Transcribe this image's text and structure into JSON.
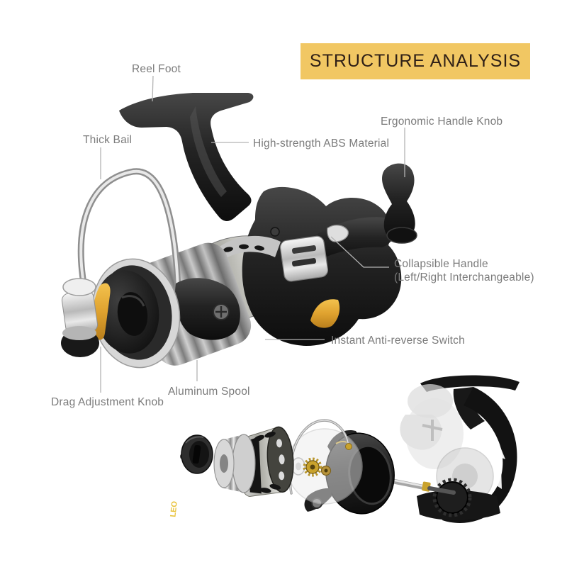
{
  "banner": {
    "title": "STRUCTURE ANALYSIS"
  },
  "labels": {
    "reel_foot": "Reel Foot",
    "thick_bail": "Thick Bail",
    "abs_material": "High-strength ABS Material",
    "handle_knob": "Ergonomic Handle Knob",
    "collapsible_handle_line1": "Collapsible Handle",
    "collapsible_handle_line2": "(Left/Right Interchangeable)",
    "anti_reverse": "Instant Anti-reverse Switch",
    "aluminum_spool": "Aluminum Spool",
    "drag_knob": "Drag Adjustment Knob"
  },
  "product": {
    "spool_brand": "LEO"
  },
  "colors": {
    "banner_bg": "#F1C763",
    "banner_text": "#2F2017",
    "label_text": "#7B7B7B",
    "leader_line": "#B3B3B3",
    "accent_gold": "#E2A63B",
    "body_black": "#1A1A1A",
    "chrome": "#D9D9D9"
  }
}
